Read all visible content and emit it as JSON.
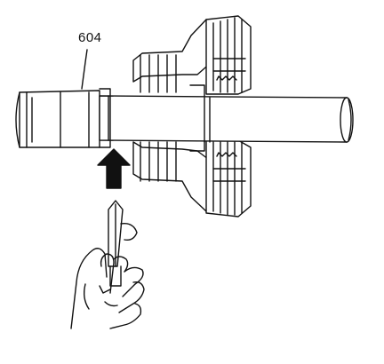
{
  "figure": {
    "callouts": [
      {
        "label": "604"
      }
    ],
    "icons": [
      "shaft-assembly",
      "clutch-pack",
      "air-nozzle",
      "hand",
      "arrow-up-icon"
    ],
    "colors": {
      "line": "#111111",
      "background": "#ffffff"
    }
  }
}
